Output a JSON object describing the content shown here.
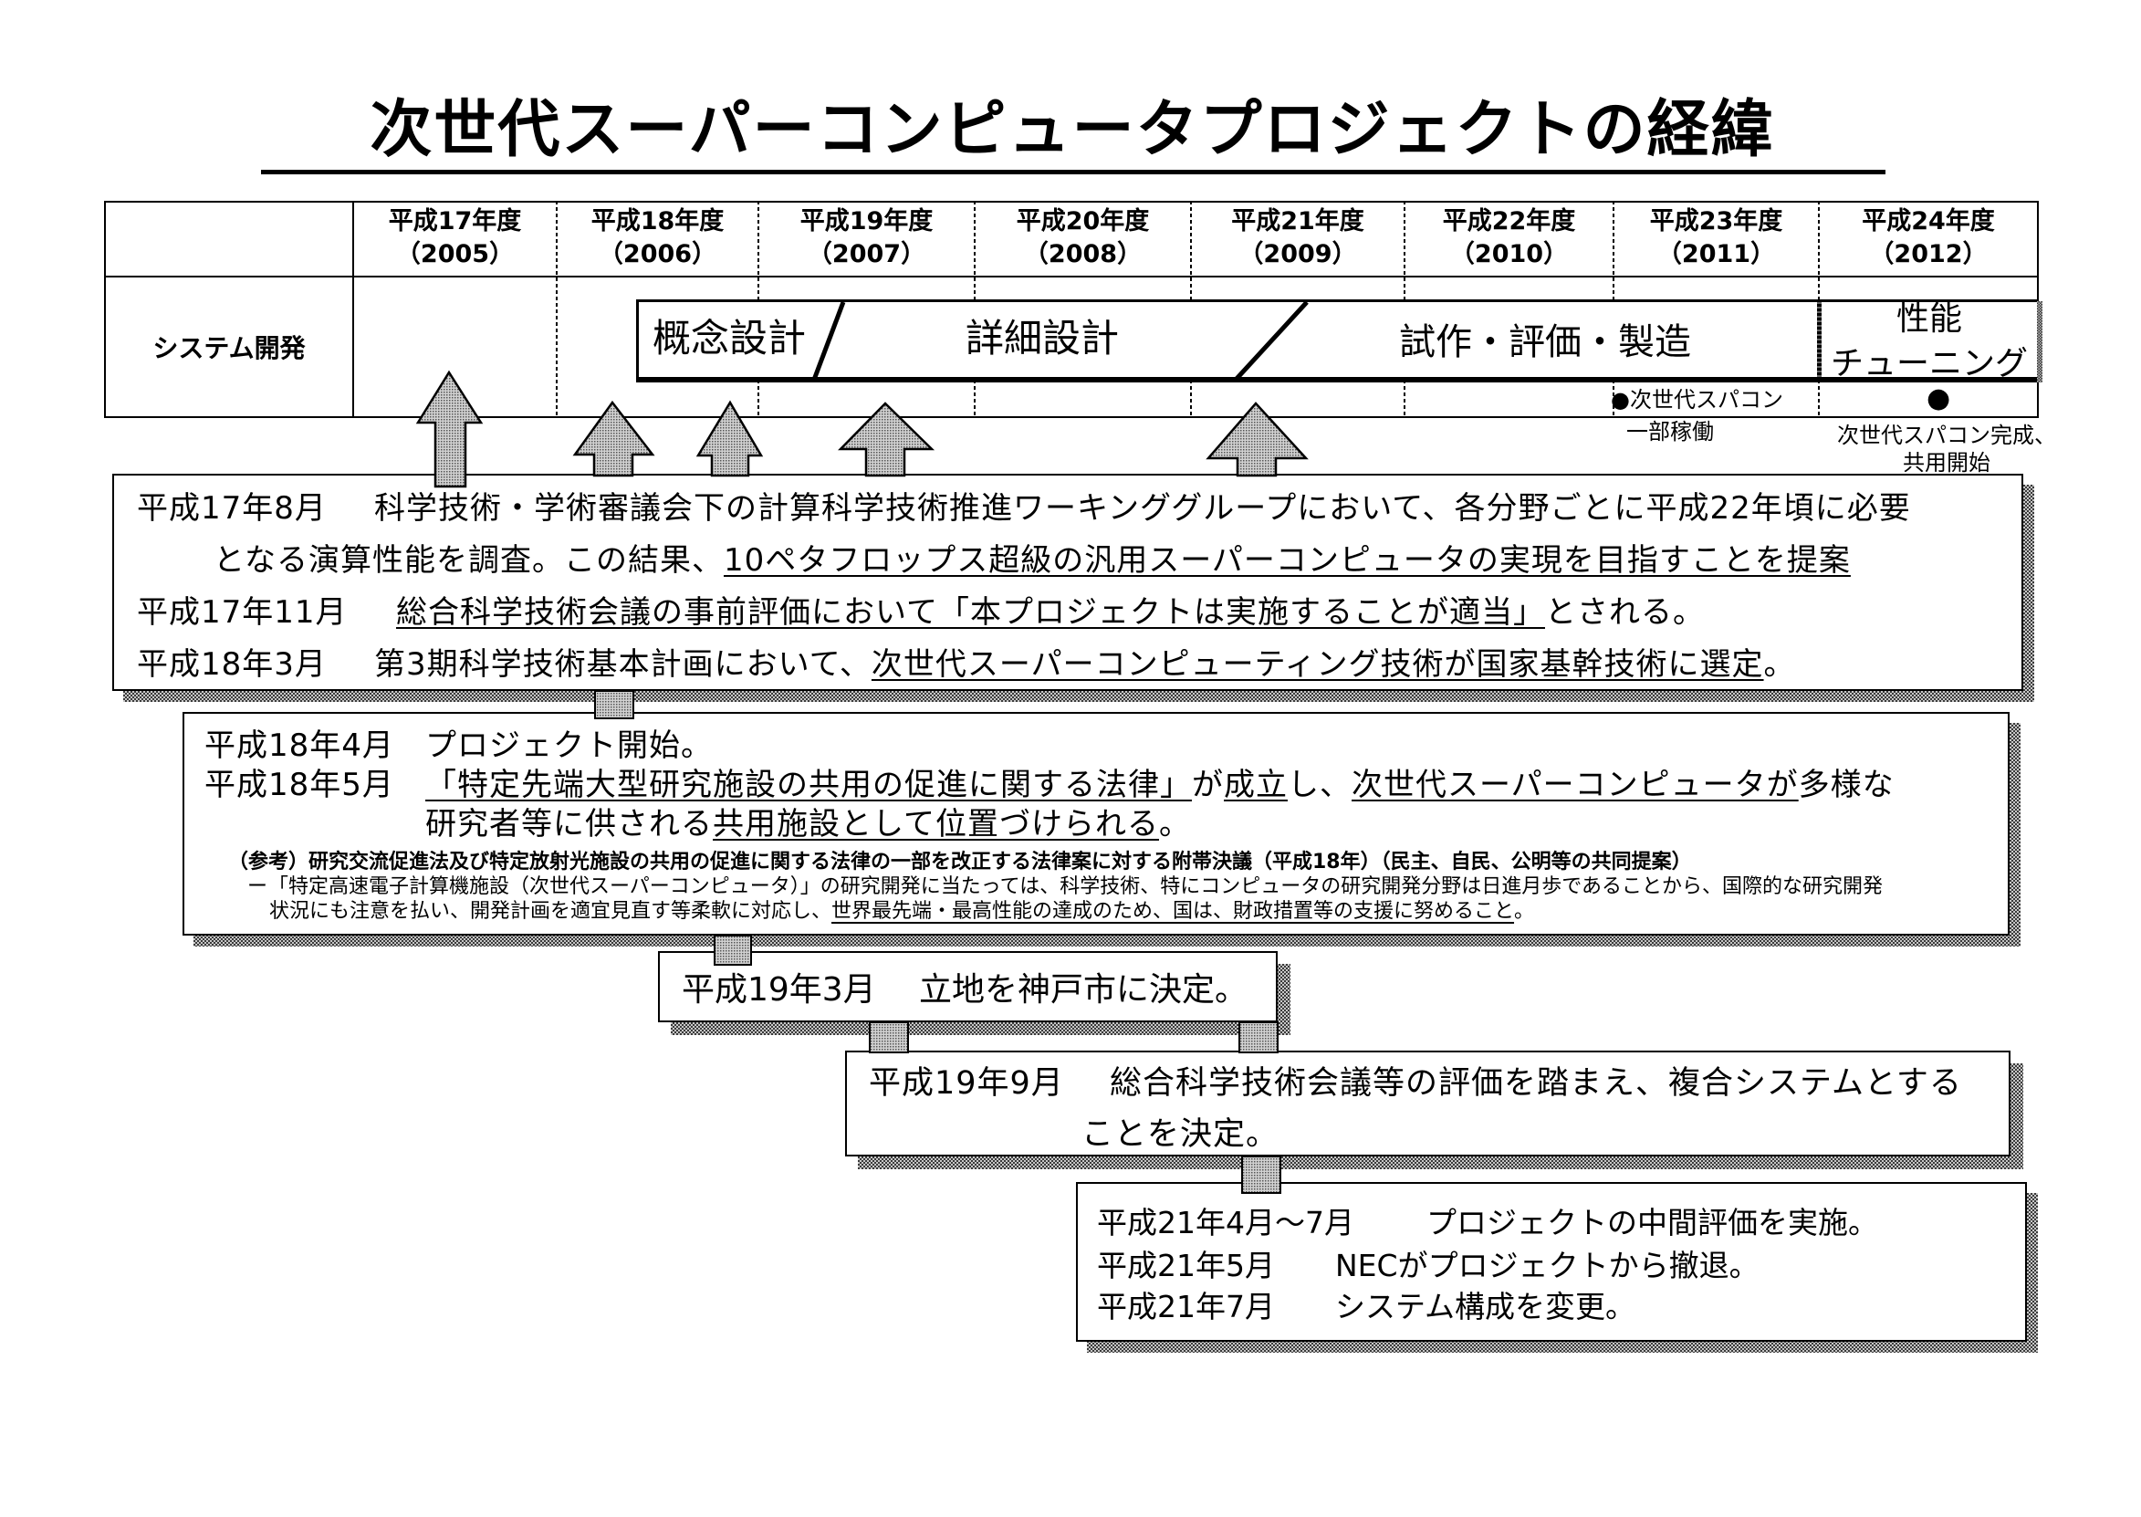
{
  "title": "次世代スーパーコンピュータプロジェクトの経緯",
  "colors": {
    "text": "#000000",
    "background": "#ffffff",
    "shadow_stipple": "#888888"
  },
  "timeline": {
    "row_label": "システム開発",
    "years": [
      {
        "fiscal_year": "平成17年度",
        "western_year": "（2005）"
      },
      {
        "fiscal_year": "平成18年度",
        "western_year": "（2006）"
      },
      {
        "fiscal_year": "平成19年度",
        "western_year": "（2007）"
      },
      {
        "fiscal_year": "平成20年度",
        "western_year": "（2008）"
      },
      {
        "fiscal_year": "平成21年度",
        "western_year": "（2009）"
      },
      {
        "fiscal_year": "平成22年度",
        "western_year": "（2010）"
      },
      {
        "fiscal_year": "平成23年度",
        "western_year": "（2011）"
      },
      {
        "fiscal_year": "平成24年度",
        "western_year": "（2012）"
      }
    ],
    "phases": {
      "concept_design": "概念設計",
      "detailed_design": "詳細設計",
      "prototype": "試作・評価・製造",
      "tuning_line1": "性能",
      "tuning_line2": "チューニング"
    },
    "milestones": [
      {
        "marker": "●",
        "line1": "次世代スパコン",
        "line2": "一部稼働"
      },
      {
        "marker": "●",
        "line1": "次世代スパコン完成、",
        "line2": "共用開始"
      }
    ]
  },
  "events": [
    {
      "lines": [
        {
          "date": "平成17年8月",
          "segments": [
            {
              "text": "科学技術・学術審議会下の計算科学技術推進ワーキンググループにおいて、各分野ごとに平成22年頃に必要",
              "underline": false
            }
          ]
        },
        {
          "date": "",
          "segments": [
            {
              "text": "となる演算性能を調査。この結果、",
              "underline": false
            },
            {
              "text": "10ペタフロップス超級の汎用スーパーコンピュータの実現を目指すことを提案",
              "underline": true
            }
          ]
        },
        {
          "date": "平成17年11月",
          "segments": [
            {
              "text": "総合科学技術会議の事前評価において「本プロジェクトは実施することが適当」",
              "underline": true
            },
            {
              "text": "とされる。",
              "underline": false
            }
          ]
        },
        {
          "date": "平成18年3月",
          "segments": [
            {
              "text": "第3期科学技術基本計画において、",
              "underline": false
            },
            {
              "text": "次世代スーパーコンピューティング技術が国家基幹技術に選定",
              "underline": true
            },
            {
              "text": "。",
              "underline": false
            }
          ]
        }
      ]
    },
    {
      "lines": [
        {
          "date": "平成18年4月",
          "segments": [
            {
              "text": "プロジェクト開始。",
              "underline": false
            }
          ]
        },
        {
          "date": "平成18年5月",
          "segments": [
            {
              "text": "「特定先端大型研究施設の共用の促進に関する法律」",
              "underline": true
            },
            {
              "text": "が",
              "underline": false
            },
            {
              "text": "成立",
              "underline": true
            },
            {
              "text": "し、",
              "underline": false
            },
            {
              "text": "次世代スーパーコンピュータが",
              "underline": true
            },
            {
              "text": "多様な",
              "underline": false
            }
          ]
        },
        {
          "date": "",
          "segments": [
            {
              "text": "研究者等に供される",
              "underline": false
            },
            {
              "text": "共用施設として位置づけられる",
              "underline": true
            },
            {
              "text": "。",
              "underline": false
            }
          ]
        }
      ],
      "notes": [
        {
          "text": "（参考）研究交流促進法及び特定放射光施設の共用の促進に関する法律の一部を改正する法律案に対する附帯決議（平成18年）（民主、自民、公明等の共同提案）"
        },
        {
          "bullet": "ー",
          "text": "「特定高速電子計算機施設（次世代スーパーコンピュータ）」の研究開発に当たっては、科学技術、特にコンピュータの研究開発分野は日進月歩であることから、国際的な研究開発"
        },
        {
          "segments": [
            {
              "text": "状況にも注意を払い、開発計画を適宜見直す等柔軟に対応し、",
              "underline": false
            },
            {
              "text": "世界最先端・最高性能の達成のため、国は、財政措置等の支援に努めること",
              "underline": true
            },
            {
              "text": "。",
              "underline": false
            }
          ]
        }
      ]
    },
    {
      "lines": [
        {
          "date": "平成19年3月",
          "text": "立地を神戸市に決定。"
        }
      ]
    },
    {
      "lines": [
        {
          "date": "平成19年9月",
          "text": "総合科学技術会議等の評価を踏まえ、複合システムとする"
        },
        {
          "date": "",
          "text": "ことを決定。"
        }
      ]
    },
    {
      "lines": [
        {
          "date": "平成21年4月～7月",
          "text": "プロジェクトの中間評価を実施。"
        },
        {
          "date": "平成21年5月",
          "text": "NECがプロジェクトから撤退。"
        },
        {
          "date": "平成21年7月",
          "text": "システム構成を変更。"
        }
      ]
    }
  ]
}
